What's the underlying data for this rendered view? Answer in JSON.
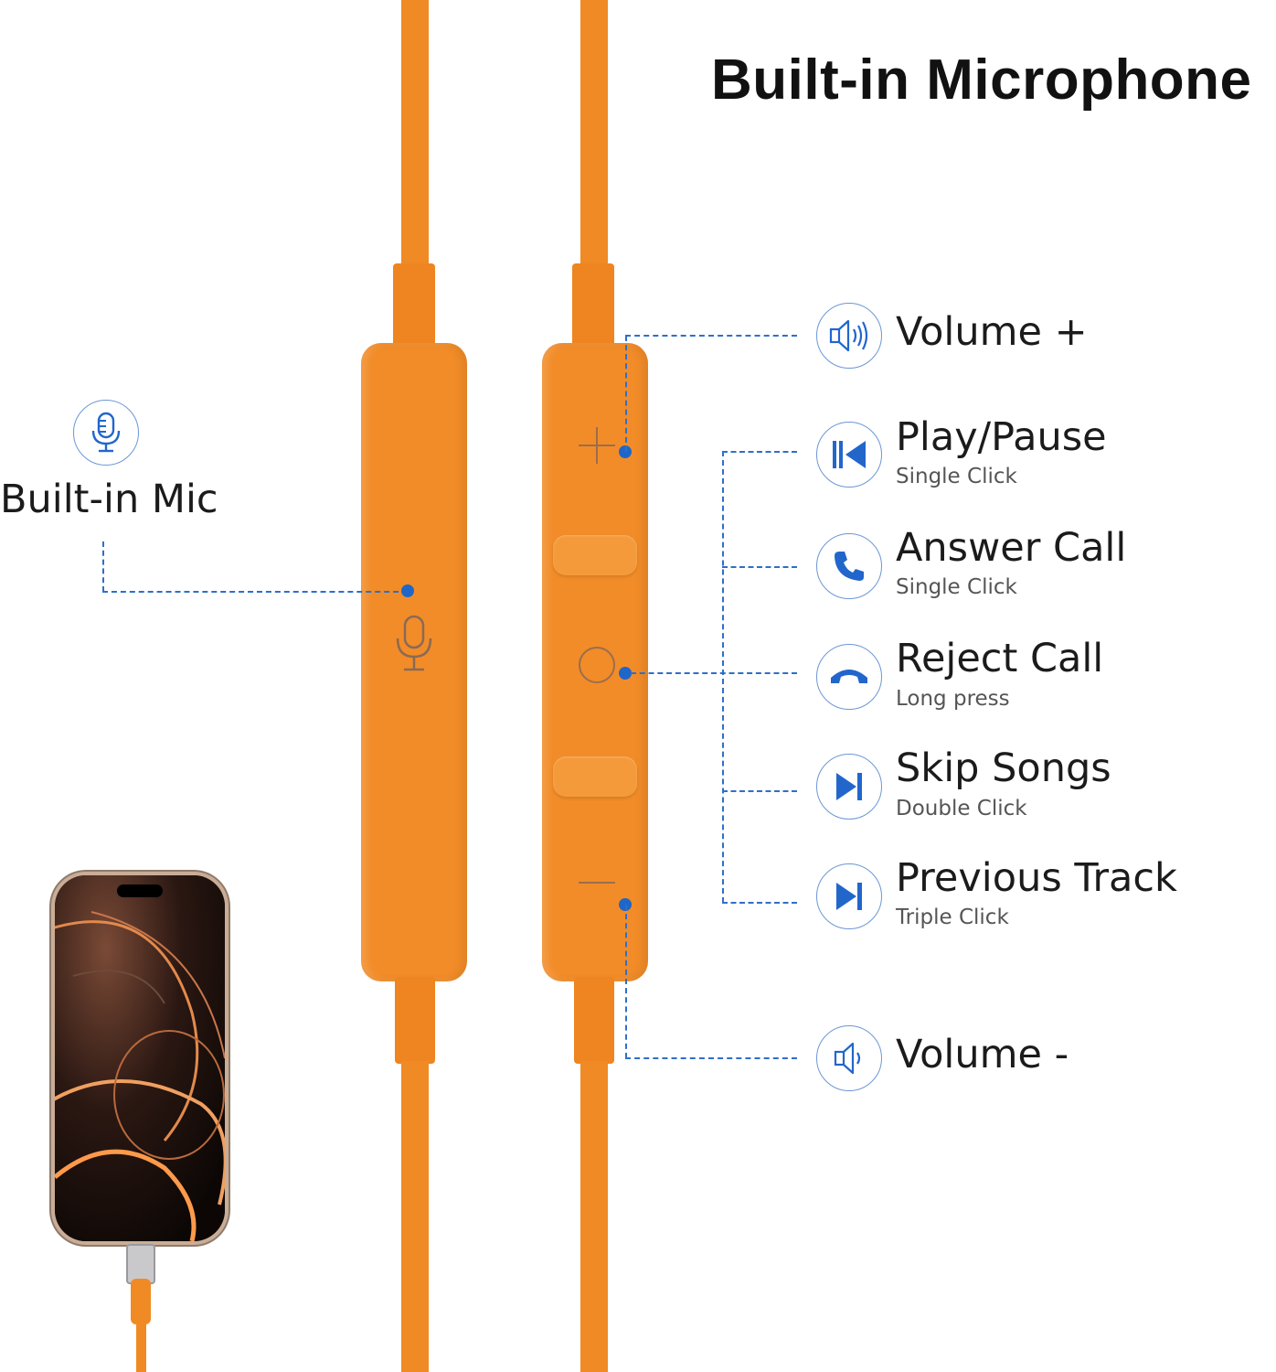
{
  "title": "Built-in Microphone",
  "mic": {
    "label": "Built-in Mic",
    "icon": "microphone-icon"
  },
  "controls": [
    {
      "label": "Volume +",
      "sub": "",
      "icon": "volume-up-icon"
    },
    {
      "label": "Play/Pause",
      "sub": "Single Click",
      "icon": "play-pause-icon"
    },
    {
      "label": "Answer Call",
      "sub": "Single Click",
      "icon": "phone-icon"
    },
    {
      "label": "Reject Call",
      "sub": "Long press",
      "icon": "hang-up-icon"
    },
    {
      "label": "Skip Songs",
      "sub": "Double Click",
      "icon": "skip-forward-icon"
    },
    {
      "label": "Previous Track",
      "sub": "Triple Click",
      "icon": "previous-track-icon"
    },
    {
      "label": "Volume -",
      "sub": "",
      "icon": "volume-down-icon"
    }
  ],
  "colors": {
    "cable": "#f08a24",
    "accent": "#1f66c9",
    "icon": "#2266cc"
  }
}
